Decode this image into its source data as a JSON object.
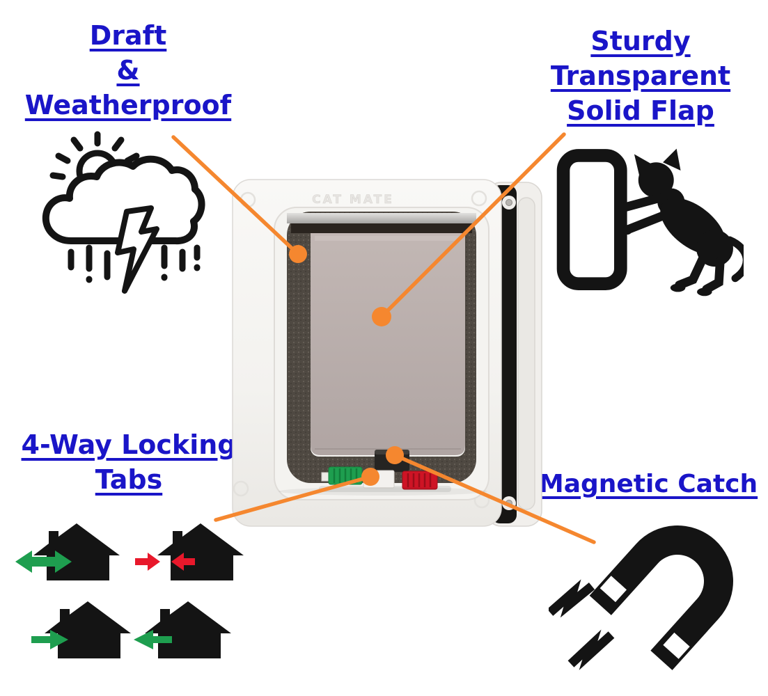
{
  "colors": {
    "label_blue": "#1a15c8",
    "callout_orange": "#f5872f",
    "icon_black": "#141414",
    "tab_green": "#1e9e4f",
    "tab_red": "#ce1425",
    "flap_grey": "#b4a9a7",
    "seal_grey": "#4f4942",
    "frame_white": "#f6f5f3"
  },
  "annotations": {
    "draft_weatherproof": {
      "lines": [
        "Draft",
        "&",
        "Weatherproof"
      ]
    },
    "sturdy_flap": {
      "lines": [
        "Sturdy",
        "Transparent",
        "Solid Flap"
      ]
    },
    "locking_tabs": {
      "lines": [
        "4-Way Locking",
        "Tabs"
      ]
    },
    "magnetic_catch": {
      "lines": [
        "Magnetic Catch"
      ]
    }
  },
  "product": {
    "name": "cat-flap",
    "brand_embossed": "CAT MATE"
  },
  "icons": {
    "weather": "storm-cloud-sun-rain-icon",
    "cat_door": "cat-pushing-flap-icon",
    "magnet": "horseshoe-magnet-icon",
    "houses": [
      "house-arrow-in-and-out",
      "house-arrows-locked-both-ways",
      "house-arrow-in-only",
      "house-arrow-out-only"
    ]
  }
}
